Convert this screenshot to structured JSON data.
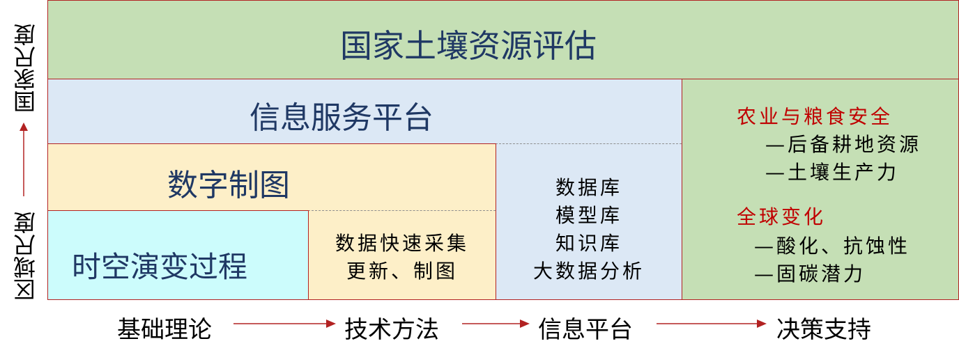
{
  "diagram": {
    "national_assessment": "国家土壤资源评估",
    "info_service_platform": "信息服务平台",
    "digital_mapping": "数字制图",
    "spatiotemporal_process": "时空演变过程",
    "data_collection": [
      "数据快速采集",
      "更新、制图"
    ],
    "databases": [
      "数据库",
      "模型库",
      "知识库",
      "大数据分析"
    ],
    "agriculture_heading": "农业与粮食安全",
    "agriculture_items": [
      "—后备耕地资源",
      "—土壤生产力"
    ],
    "global_change_heading": "全球变化",
    "global_change_items": [
      "—酸化、抗蚀性",
      "—固碳潜力"
    ],
    "y_axis": {
      "bottom": "区域尺度",
      "top": "国家尺度"
    },
    "x_axis": [
      "基础理论",
      "技术方法",
      "信息平台",
      "决策支持"
    ],
    "colors": {
      "green": "#c5dfb5",
      "blue": "#dce8f5",
      "yellow": "#fdefc8",
      "cyan": "#ccfcfc",
      "arrow": "#b22222",
      "heading_red": "#c00000",
      "title_navy": "#1f3864"
    }
  }
}
